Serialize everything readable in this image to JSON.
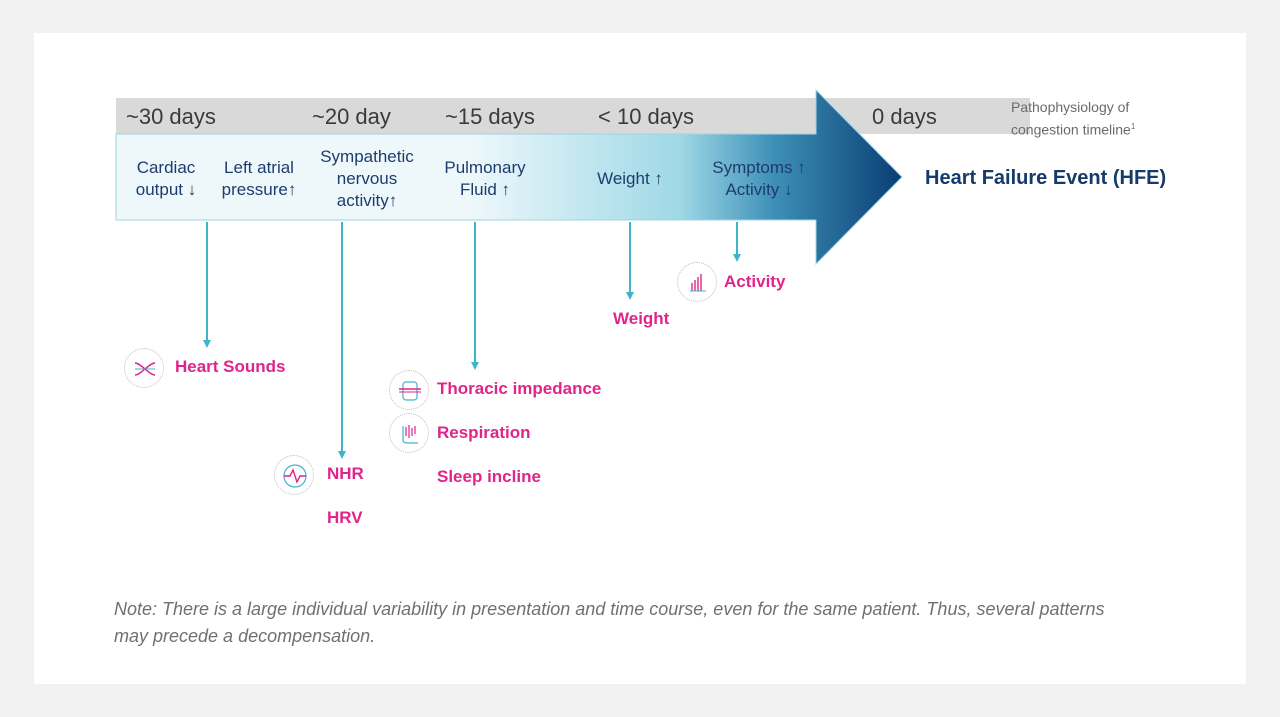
{
  "timeline": {
    "days": [
      "~30 days",
      "~20 day",
      "~15 days",
      "< 10 days",
      "0 days"
    ],
    "caption": "Pathophysiology of",
    "caption_line2": "congestion timeline",
    "caption_sup": "1",
    "end_event": "Heart Failure Event (HFE)"
  },
  "phases": [
    {
      "line1": "Cardiac",
      "line2": "output ↓"
    },
    {
      "line1": "Left atrial",
      "line2": "pressure↑"
    },
    {
      "line1": "Sympathetic",
      "line2": "nervous",
      "line3": "activity↑"
    },
    {
      "line1": "Pulmonary",
      "line2": "Fluid ↑"
    },
    {
      "line1": "Weight ↑"
    },
    {
      "line1": "Symptoms ↑",
      "line2": "Activity ↓"
    }
  ],
  "measures": {
    "heart_sounds": "Heart Sounds",
    "nhr": "NHR",
    "hrv": "HRV",
    "thoracic_impedance": "Thoracic impedance",
    "respiration": "Respiration",
    "sleep_incline": "Sleep incline",
    "weight": "Weight",
    "activity": "Activity"
  },
  "icons": [
    "heart-sounds-icon",
    "heart-rate-icon",
    "thoracic-impedance-icon",
    "respiration-icon",
    "activity-icon"
  ],
  "colors": {
    "arrow_light": "#e9f6fa",
    "arrow_dark": "#0b3f74",
    "connector": "#3fb3cc",
    "magenta": "#e0248a",
    "navy": "#163a6a",
    "band": "#d9d9d9"
  },
  "note": "Note: There is a large individual variability in presentation and time course, even for the same patient. Thus, several patterns may precede a decompensation."
}
